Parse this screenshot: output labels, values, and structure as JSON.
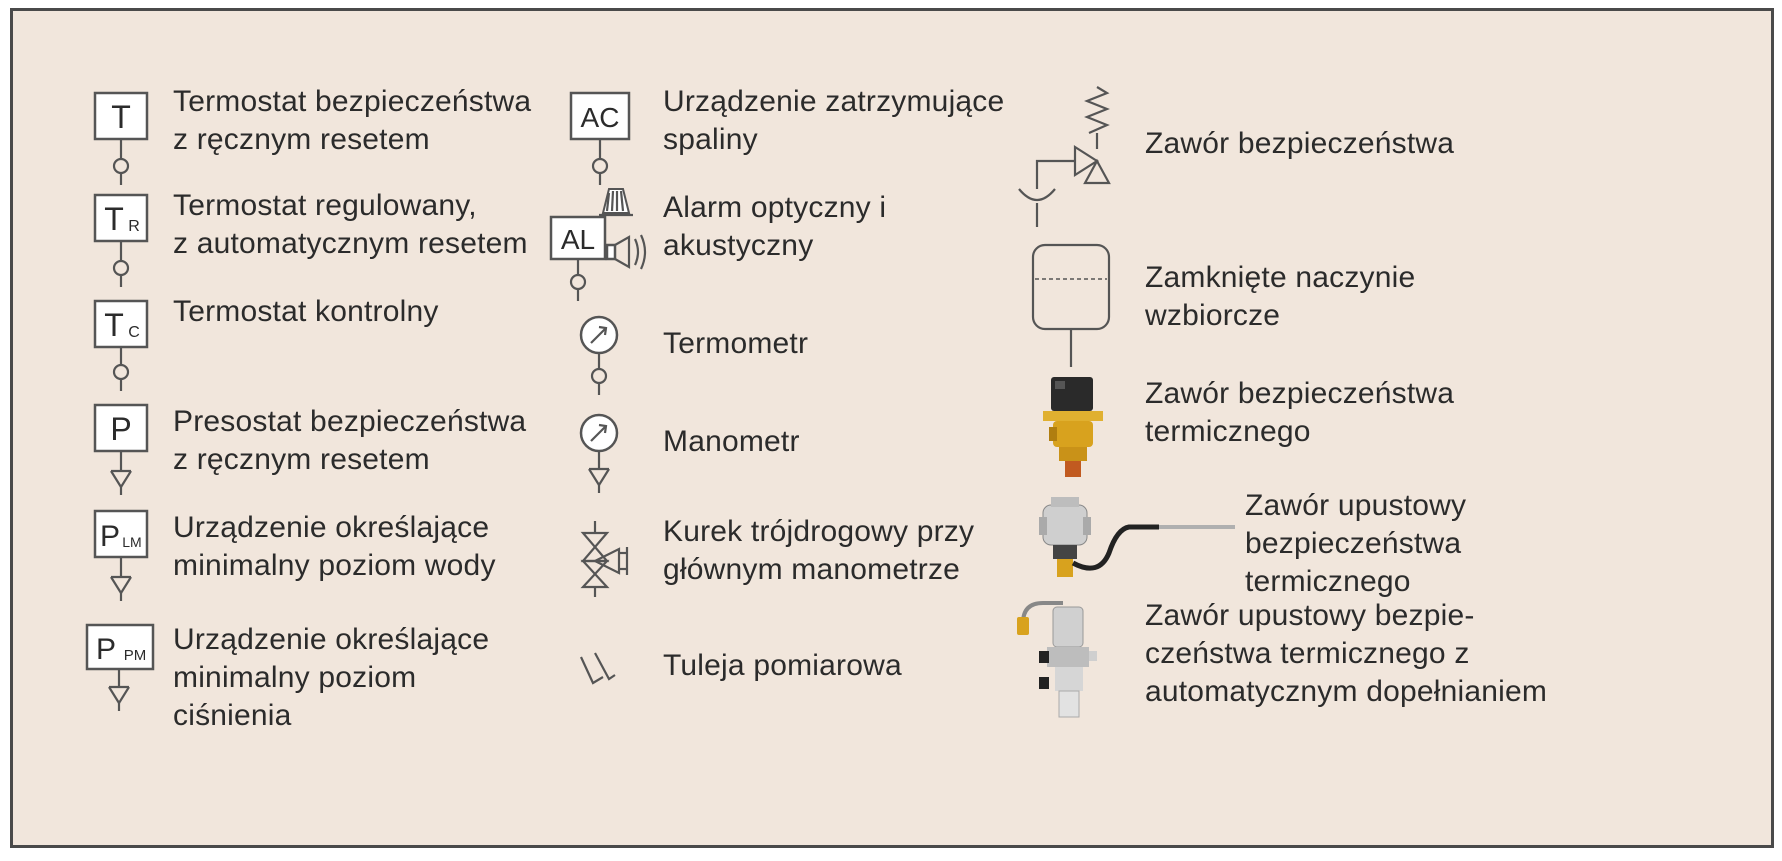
{
  "items": [
    {
      "symbol": "T",
      "lines": [
        "Termostat bezpieczeństwa",
        "z ręcznym resetem"
      ]
    },
    {
      "symbol": "TR",
      "lines": [
        "Termostat regulowany,",
        "z automatycznym resetem"
      ]
    },
    {
      "symbol": "TC",
      "lines": [
        "Termostat kontrolny"
      ]
    },
    {
      "symbol": "P",
      "lines": [
        "Presostat bezpieczeństwa",
        "z ręcznym resetem"
      ]
    },
    {
      "symbol": "PLM",
      "lines": [
        "Urządzenie określające",
        "minimalny poziom wody"
      ]
    },
    {
      "symbol": "PPM",
      "lines": [
        "Urządzenie określające",
        "minimalny poziom",
        "ciśnienia"
      ]
    },
    {
      "symbol": "AC",
      "lines": [
        "Urządzenie zatrzymujące",
        "spaliny"
      ]
    },
    {
      "symbol": "AL",
      "lines": [
        "Alarm optyczny i",
        "akustyczny"
      ]
    },
    {
      "symbol": "thermometer-gauge",
      "lines": [
        "Termometr"
      ]
    },
    {
      "symbol": "pressure-gauge",
      "lines": [
        "Manometr"
      ]
    },
    {
      "symbol": "three-way-valve",
      "lines": [
        "Kurek trójdrogowy przy",
        "głównym manometrze"
      ]
    },
    {
      "symbol": "measuring-sleeve",
      "lines": [
        "Tuleja pomiarowa"
      ]
    },
    {
      "symbol": "safety-valve",
      "lines": [
        "Zawór bezpieczeństwa"
      ]
    },
    {
      "symbol": "expansion-vessel",
      "lines": [
        "Zamknięte naczynie",
        "wzbiorcze"
      ]
    },
    {
      "symbol": "thermal-safety-valve-photo",
      "lines": [
        "Zawór bezpieczeństwa",
        "termicznego"
      ]
    },
    {
      "symbol": "thermal-relief-valve-photo",
      "lines": [
        "Zawór upustowy",
        "bezpieczeństwa",
        "termicznego"
      ]
    },
    {
      "symbol": "thermal-relief-refill-valve-photo",
      "lines": [
        "Zawór upustowy bezpie-",
        "czeństwa termicznego z",
        "automatycznym dopełnianiem"
      ]
    }
  ],
  "box_symbols": {
    "T": {
      "main": "T",
      "sub": ""
    },
    "TR": {
      "main": "T",
      "sub": "R"
    },
    "TC": {
      "main": "T",
      "sub": "C"
    },
    "P": {
      "main": "P",
      "sub": ""
    },
    "PLM": {
      "main": "P",
      "sub": "LM"
    },
    "PPM": {
      "main": "P",
      "sub": "PM"
    },
    "AC": {
      "main": "AC",
      "sub": ""
    },
    "AL": {
      "main": "AL",
      "sub": ""
    }
  },
  "colors": {
    "background": "#f1e6dc",
    "border": "#4a4a4a",
    "text": "#2b2b2b",
    "valve_brass": "#d8a21e",
    "valve_black": "#222222",
    "valve_silver": "#c9c9c9"
  }
}
